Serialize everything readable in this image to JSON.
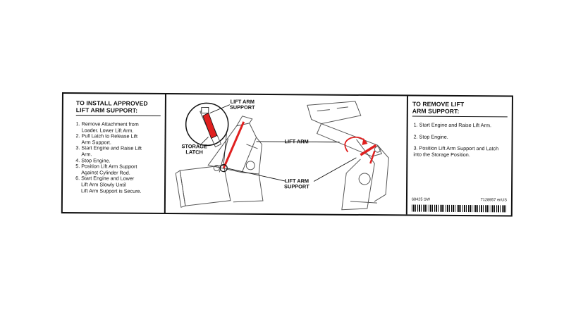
{
  "left_panel": {
    "heading_line1": "TO INSTALL APPROVED",
    "heading_line2": "LIFT ARM SUPPORT:",
    "steps": [
      "1. Remove Attachment from",
      "    Loader. Lower Lift Arm.",
      "2. Pull Latch to Release Lift",
      "    Arm Support.",
      "3. Start Engine and Raise Lift",
      "    Arm.",
      "4. Stop Engine.",
      "5. Position Lift Arm Support",
      "    Against Cylinder Rod.",
      "6. Start Engine and Lower",
      "    Lift Arm Slowly Until",
      "    Lift Arm Support is Secure."
    ]
  },
  "diagram": {
    "callout_lift_arm_support_top_1": "LIFT ARM",
    "callout_lift_arm_support_top_2": "SUPPORT",
    "callout_storage_latch_1": "STORAGE",
    "callout_storage_latch_2": "LATCH",
    "callout_lift_arm": "LIFT ARM",
    "callout_lift_arm_support_bottom_1": "LIFT ARM",
    "callout_lift_arm_support_bottom_2": "SUPPORT"
  },
  "right_panel": {
    "heading_line1": "TO REMOVE LIFT",
    "heading_line2": "ARM SUPPORT:",
    "steps": [
      "1. Start Engine and Raise Lift Arm.",
      "2. Stop Engine.",
      "3. Position Lift Arm Support and Latch into the Storage Position."
    ],
    "code_left": "68425 SW",
    "code_right": "7128957 enUS"
  },
  "colors": {
    "ink": "#111111",
    "warning_red": "#e0201f",
    "sketch_gray": "#9a9a9a"
  }
}
